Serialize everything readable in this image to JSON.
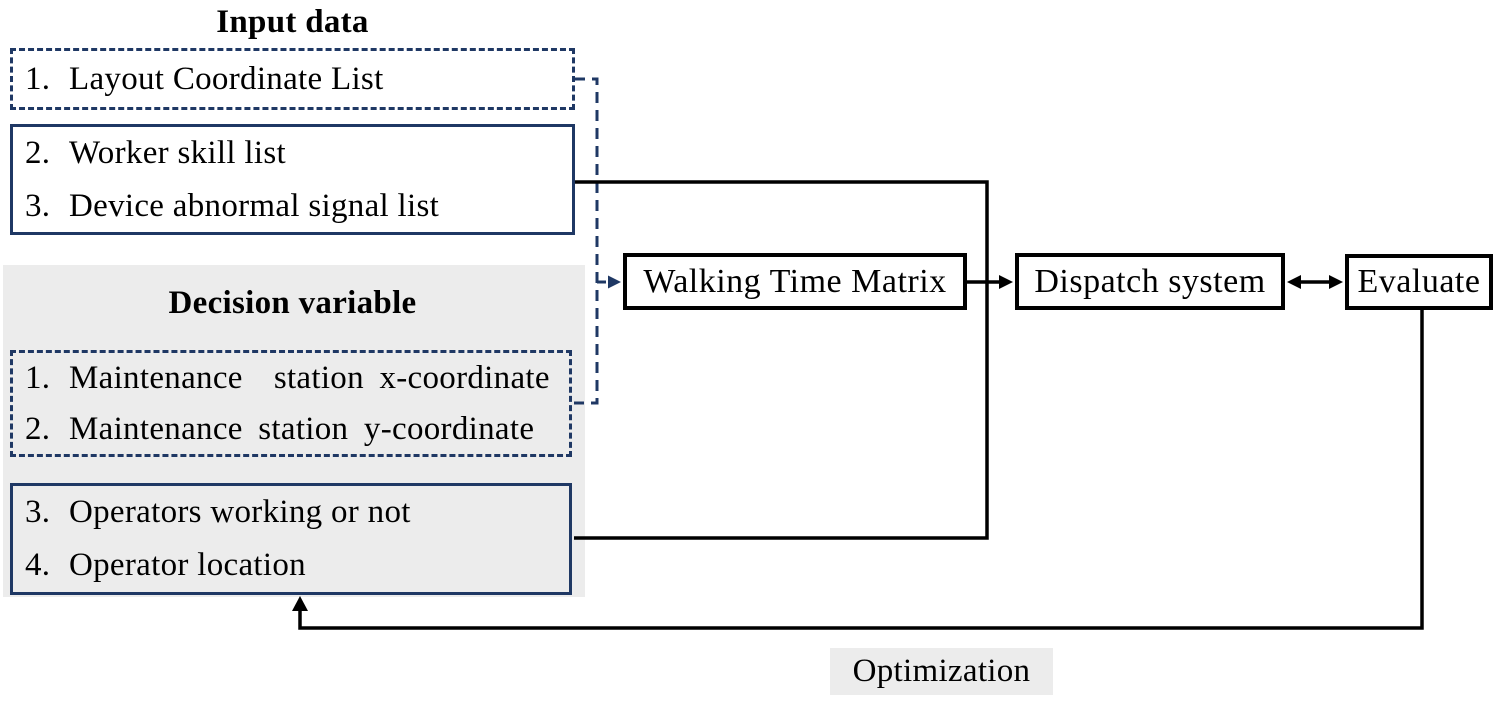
{
  "colors": {
    "navy_accent": "#1f3864",
    "line_black": "#000000",
    "panel_gray": "#ececec",
    "background": "#ffffff"
  },
  "input_section": {
    "title": "Input data",
    "layout_box": {
      "items": [
        {
          "num": "1.",
          "label": "Layout Coordinate List"
        }
      ]
    },
    "signal_box": {
      "items": [
        {
          "num": "2.",
          "label": "Worker skill list"
        },
        {
          "num": "3.",
          "label": "Device abnormal signal list"
        }
      ]
    }
  },
  "decision_section": {
    "title": "Decision variable",
    "station_box": {
      "items": [
        {
          "num": "1.",
          "label": "Maintenance  station x-coordinate"
        },
        {
          "num": "2.",
          "label": "Maintenance station y-coordinate"
        }
      ]
    },
    "operator_box": {
      "items": [
        {
          "num": "3.",
          "label": "Operators working or not"
        },
        {
          "num": "4.",
          "label": "Operator location"
        }
      ]
    }
  },
  "process_nodes": {
    "walking_time_matrix": "Walking Time Matrix",
    "dispatch_system": "Dispatch system",
    "evaluate": "Evaluate"
  },
  "feedback_label": {
    "optimization": "Optimization"
  }
}
